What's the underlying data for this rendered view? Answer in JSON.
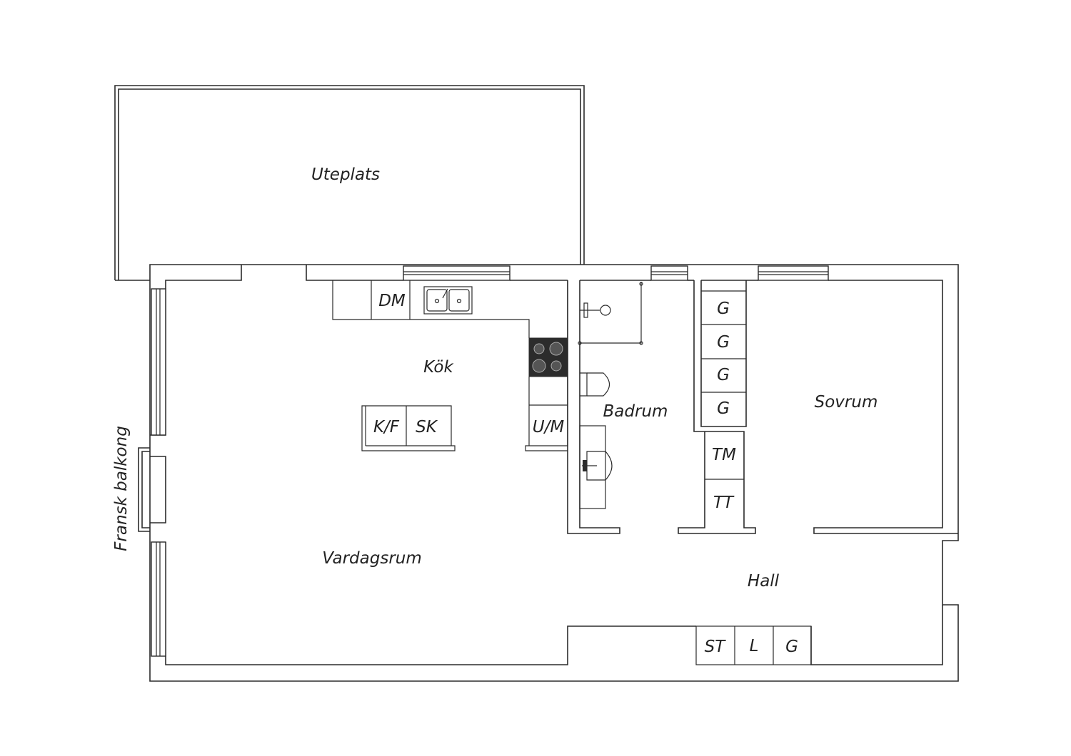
{
  "rooms": {
    "uteplats": "Uteplats",
    "kok": "Kök",
    "vardagsrum": "Vardagsrum",
    "badrum": "Badrum",
    "sovrum": "Sovrum",
    "hall": "Hall",
    "fransk_balkong": "Fransk balkong"
  },
  "fixtures": {
    "dishwasher": "DM",
    "fridge_freezer": "K/F",
    "cabinet_sk": "SK",
    "microwave_oven": "U/M",
    "wardrobe_1": "G",
    "wardrobe_2": "G",
    "wardrobe_3": "G",
    "wardrobe_4": "G",
    "washing_machine": "TM",
    "tumble_dryer": "TT",
    "hall_storage": "ST",
    "hall_linen": "L",
    "hall_wardrobe": "G"
  }
}
